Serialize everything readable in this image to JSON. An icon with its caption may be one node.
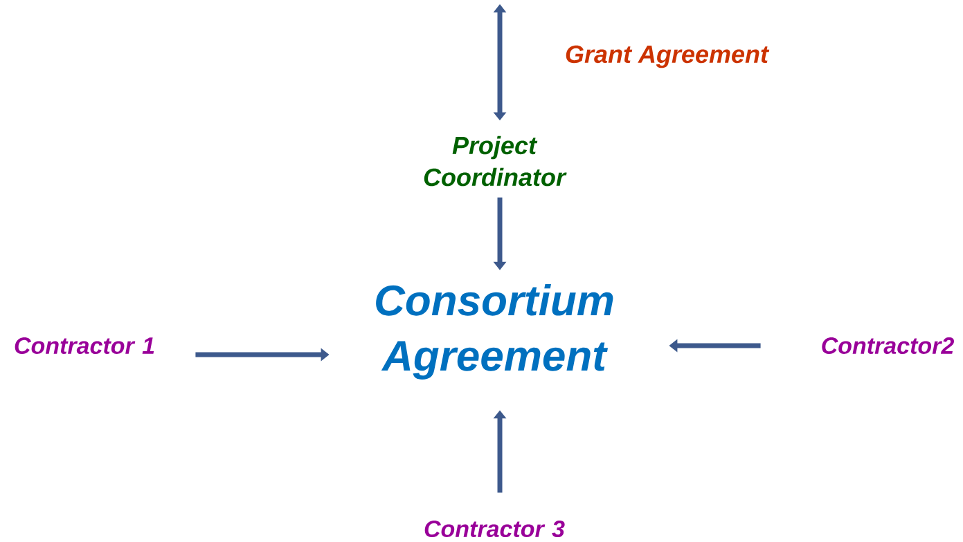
{
  "diagram": {
    "nodes": [
      {
        "text": [
          "Project Coordinator"
        ]
      },
      {
        "text": [
          "Consortium Agreement"
        ]
      },
      {
        "text": [
          "Contractor 1"
        ]
      },
      {
        "text": [
          "Contractor2"
        ]
      },
      {
        "text": [
          "Contractor 3"
        ]
      }
    ],
    "edges": [
      {
        "from": null,
        "to": 0,
        "arrow": "both",
        "label": "Grant Agreement"
      },
      {
        "from": 0,
        "to": 1,
        "arrow": "to"
      },
      {
        "from": 2,
        "to": 1,
        "arrow": "to"
      },
      {
        "from": 3,
        "to": 1,
        "arrow": "to"
      },
      {
        "from": 4,
        "to": 1,
        "arrow": "to"
      }
    ]
  }
}
